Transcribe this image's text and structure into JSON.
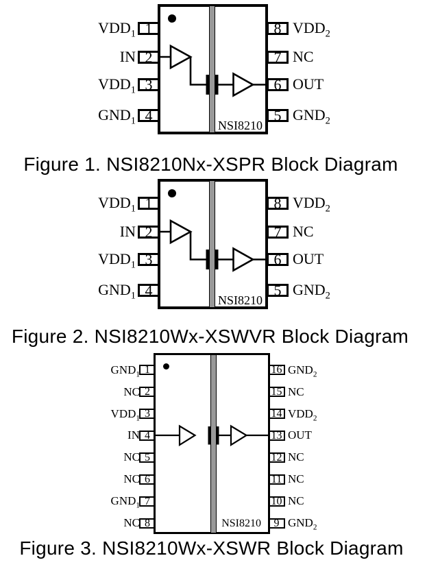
{
  "page": {
    "background": "#ffffff"
  },
  "colors": {
    "line": "#000000",
    "text": "#000000",
    "isolation_bar": "#999999",
    "package_fill": "#ffffff"
  },
  "figures": [
    {
      "caption": "Figure 1. NSI8210Nx-XSPR Block Diagram",
      "chip_label": "NSI8210",
      "pins_left": [
        {
          "num": "1",
          "base": "VDD",
          "sub": "1"
        },
        {
          "num": "2",
          "base": "IN",
          "sub": ""
        },
        {
          "num": "3",
          "base": "VDD",
          "sub": "1"
        },
        {
          "num": "4",
          "base": "GND",
          "sub": "1"
        }
      ],
      "pins_right": [
        {
          "num": "8",
          "base": "VDD",
          "sub": "2"
        },
        {
          "num": "7",
          "base": "NC",
          "sub": ""
        },
        {
          "num": "6",
          "base": "OUT",
          "sub": ""
        },
        {
          "num": "5",
          "base": "GND",
          "sub": "2"
        }
      ]
    },
    {
      "caption": "Figure 2. NSI8210Wx-XSWVR Block Diagram",
      "chip_label": "NSI8210",
      "pins_left": [
        {
          "num": "1",
          "base": "VDD",
          "sub": "1"
        },
        {
          "num": "2",
          "base": "IN",
          "sub": ""
        },
        {
          "num": "3",
          "base": "VDD",
          "sub": "1"
        },
        {
          "num": "4",
          "base": "GND",
          "sub": "1"
        }
      ],
      "pins_right": [
        {
          "num": "8",
          "base": "VDD",
          "sub": "2"
        },
        {
          "num": "7",
          "base": "NC",
          "sub": ""
        },
        {
          "num": "6",
          "base": "OUT",
          "sub": ""
        },
        {
          "num": "5",
          "base": "GND",
          "sub": "2"
        }
      ]
    },
    {
      "caption": "Figure 3. NSI8210Wx-XSWR Block Diagram",
      "chip_label": "NSI8210",
      "pins_left": [
        {
          "num": "1",
          "base": "GND",
          "sub": "1"
        },
        {
          "num": "2",
          "base": "NC",
          "sub": ""
        },
        {
          "num": "3",
          "base": "VDD",
          "sub": "1"
        },
        {
          "num": "4",
          "base": "IN",
          "sub": ""
        },
        {
          "num": "5",
          "base": "NC",
          "sub": ""
        },
        {
          "num": "6",
          "base": "NC",
          "sub": ""
        },
        {
          "num": "7",
          "base": "GND",
          "sub": "1"
        },
        {
          "num": "8",
          "base": "NC",
          "sub": ""
        }
      ],
      "pins_right": [
        {
          "num": "16",
          "base": "GND",
          "sub": "2"
        },
        {
          "num": "15",
          "base": "NC",
          "sub": ""
        },
        {
          "num": "14",
          "base": "VDD",
          "sub": "2"
        },
        {
          "num": "13",
          "base": "OUT",
          "sub": ""
        },
        {
          "num": "12",
          "base": "NC",
          "sub": ""
        },
        {
          "num": "11",
          "base": "NC",
          "sub": ""
        },
        {
          "num": "10",
          "base": "NC",
          "sub": ""
        },
        {
          "num": "9",
          "base": "GND",
          "sub": "2"
        }
      ]
    }
  ]
}
